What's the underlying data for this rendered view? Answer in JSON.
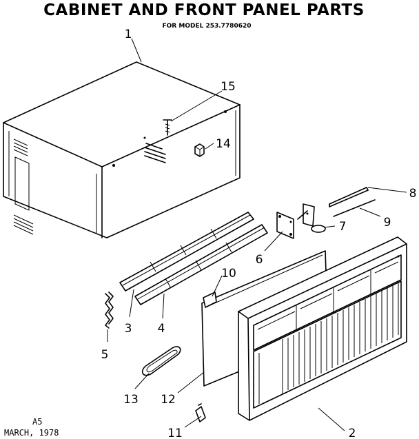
{
  "title": "CABINET AND FRONT PANEL PARTS",
  "subtitle": "FOR MODEL 253.7780620",
  "footer": {
    "code": "A5",
    "date": "MARCH, 1978"
  },
  "callouts": [
    {
      "id": "1",
      "label": "1"
    },
    {
      "id": "2",
      "label": "2"
    },
    {
      "id": "3",
      "label": "3"
    },
    {
      "id": "4",
      "label": "4"
    },
    {
      "id": "5",
      "label": "5"
    },
    {
      "id": "6",
      "label": "6"
    },
    {
      "id": "7",
      "label": "7"
    },
    {
      "id": "8",
      "label": "8"
    },
    {
      "id": "9",
      "label": "9"
    },
    {
      "id": "10",
      "label": "10"
    },
    {
      "id": "11",
      "label": "11"
    },
    {
      "id": "12",
      "label": "12"
    },
    {
      "id": "13",
      "label": "13"
    },
    {
      "id": "14",
      "label": "14"
    },
    {
      "id": "15",
      "label": "15"
    }
  ]
}
